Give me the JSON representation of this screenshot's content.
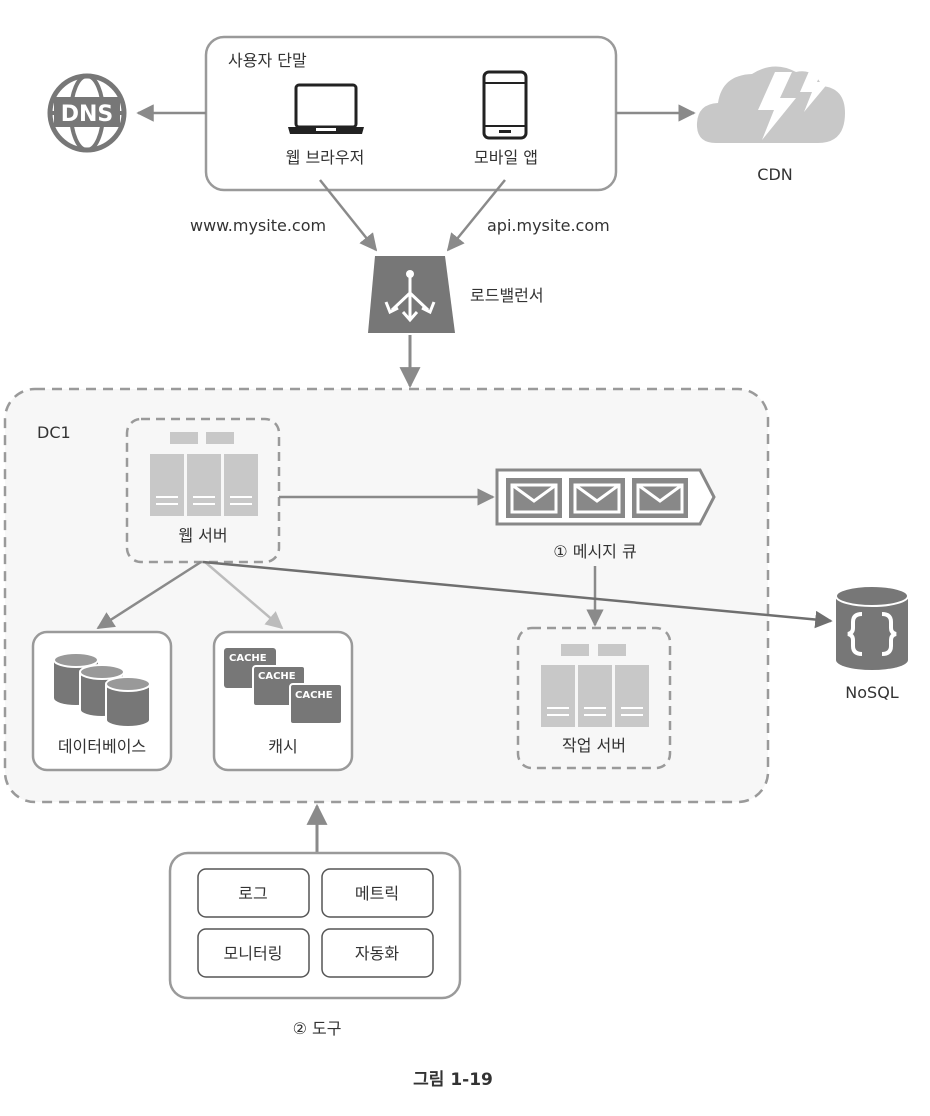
{
  "client": {
    "group_label": "사용자 단말",
    "web_browser_label": "웹 브라우저",
    "mobile_app_label": "모바일 앱"
  },
  "dns_icon_text": "DNS",
  "cdn_label": "CDN",
  "web_domain": "www.mysite.com",
  "api_domain": "api.mysite.com",
  "load_balancer_label": "로드밸런서",
  "dc": {
    "label": "DC1",
    "web_server_label": "웹 서버",
    "message_queue_label": "① 메시지 큐",
    "worker_label": "작업 서버",
    "database_label": "데이터베이스",
    "cache_label": "캐시",
    "cache_icon_text": [
      "CACHE",
      "CACHE",
      "CACHE"
    ]
  },
  "nosql_label": "NoSQL",
  "tools": {
    "items": [
      "로그",
      "메트릭",
      "모니터링",
      "자동화"
    ],
    "caption": "② 도구"
  },
  "figure_caption": "그림 1-19",
  "colors": {
    "stroke": "#8a8a8a",
    "dark_icon": "#777777",
    "light_icon": "#c8c8c8",
    "text": "#333333"
  }
}
